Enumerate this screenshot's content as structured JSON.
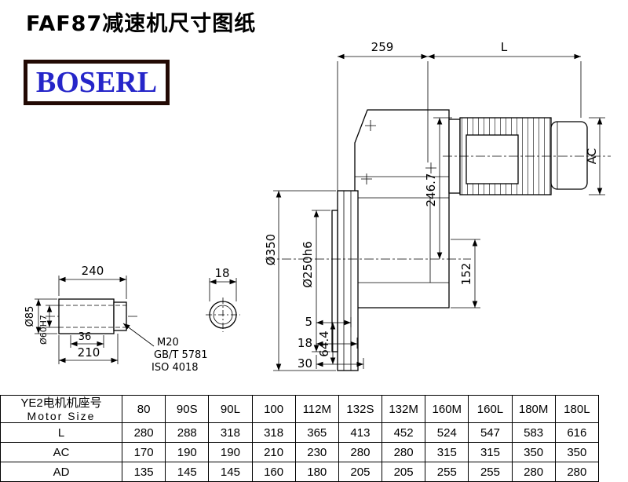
{
  "page": {
    "title": "FAF87减速机尺寸图纸",
    "logo_text": "BOSERL"
  },
  "drawing": {
    "dims": {
      "n259": "259",
      "L": "L",
      "AC": "AC",
      "n246": "246.7",
      "n350": "Ø350",
      "n250": "Ø250h6",
      "n152": "152",
      "n5": "5",
      "n18b": "18",
      "n30": "30",
      "n64": "64.4",
      "n240": "240",
      "n18": "18",
      "n85": "Ø85",
      "n60": "Ø60H7",
      "n36": "36",
      "n210": "210",
      "m20": "M20",
      "gb": "GB/T 5781",
      "iso": "ISO 4018"
    }
  },
  "table": {
    "header": {
      "line1": "YE2电机机座号",
      "line2": "Motor Size"
    },
    "columns": [
      "80",
      "90S",
      "90L",
      "100",
      "112M",
      "132S",
      "132M",
      "160M",
      "160L",
      "180M",
      "180L"
    ],
    "rows": [
      {
        "label": "L",
        "values": [
          "280",
          "288",
          "318",
          "318",
          "365",
          "413",
          "452",
          "524",
          "547",
          "583",
          "616"
        ]
      },
      {
        "label": "AC",
        "values": [
          "170",
          "190",
          "190",
          "210",
          "230",
          "280",
          "280",
          "315",
          "315",
          "350",
          "350"
        ]
      },
      {
        "label": "AD",
        "values": [
          "135",
          "145",
          "145",
          "160",
          "180",
          "205",
          "205",
          "255",
          "255",
          "280",
          "280"
        ]
      }
    ]
  }
}
